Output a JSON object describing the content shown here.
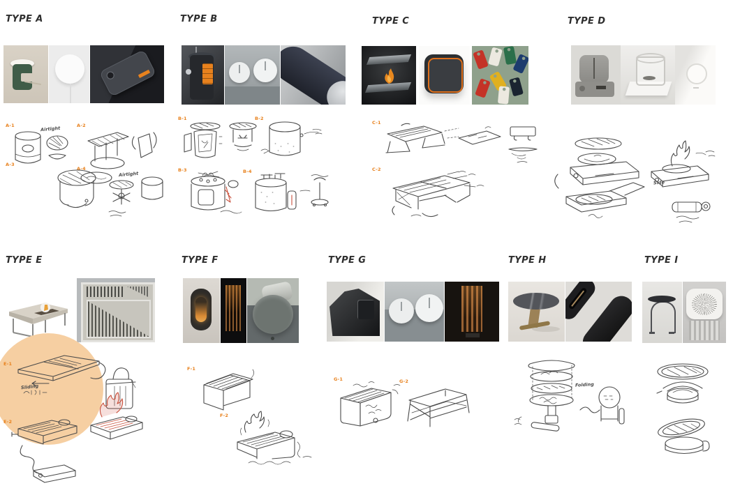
{
  "board": {
    "background": "#ffffff",
    "title_color": "#2e2e2e",
    "label_color": "#e8821e",
    "highlight_color": "#f6cfa2",
    "sections": [
      {
        "title": "TYPE A",
        "photos": [
          "green-table-lamp",
          "white-disc-charger",
          "perforated-phone-case-orange-stripe"
        ],
        "sketch_labels": [
          "A-1",
          "A-2",
          "A-3",
          "A-4"
        ],
        "annotations": [
          "Airtight",
          "Airtight"
        ]
      },
      {
        "title": "TYPE B",
        "photos": [
          "handheld-device-orange-display",
          "twin-dial-panel",
          "dark-cylinder-orange-ring"
        ],
        "sketch_labels": [
          "B-1",
          "B-2",
          "B-3",
          "B-4"
        ],
        "annotations": []
      },
      {
        "title": "TYPE C",
        "photos": [
          "stacked-griddle-with-flame",
          "square-case-orange-trim",
          "colorful-hang-tags"
        ],
        "sketch_labels": [
          "C-1",
          "C-2"
        ],
        "annotations": []
      },
      {
        "title": "TYPE D",
        "photos": [
          "grey-tabletop-appliance",
          "glass-burner-on-stand",
          "white-wall-switch"
        ],
        "sketch_labels": [],
        "annotations": [
          "Side"
        ]
      },
      {
        "title": "TYPE E",
        "photos": [
          "fire-pit-coffee-table",
          "perforated-metal-panel"
        ],
        "sketch_labels": [
          "E-1",
          "E-2"
        ],
        "annotations": [
          "Sliding"
        ]
      },
      {
        "title": "TYPE F",
        "photos": [
          "wall-sconce-warm-light",
          "pellet-stove-window",
          "cylinder-dial-cooktop"
        ],
        "sketch_labels": [
          "F-1",
          "F-2"
        ],
        "annotations": []
      },
      {
        "title": "TYPE G",
        "photos": [
          "angular-black-machine",
          "double-disc-device",
          "wood-slat-heater"
        ],
        "sketch_labels": [
          "G-1",
          "G-2"
        ],
        "annotations": []
      },
      {
        "title": "TYPE H",
        "photos": [
          "round-marble-side-table",
          "black-tube-slot-grill"
        ],
        "sketch_labels": [],
        "annotations": [
          "Folding"
        ]
      },
      {
        "title": "TYPE I",
        "photos": [
          "arched-stool-burner",
          "square-fan-grill-top"
        ],
        "sketch_labels": [],
        "annotations": []
      }
    ]
  }
}
